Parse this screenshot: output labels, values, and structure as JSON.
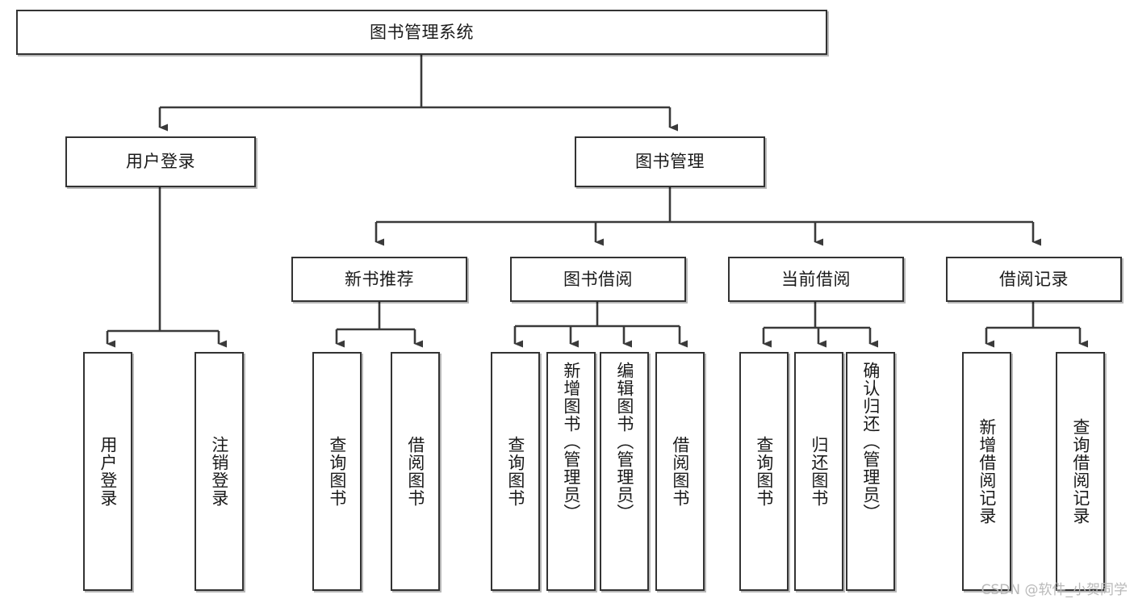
{
  "diagram": {
    "title": "图书管理系统",
    "type": "tree-hierarchy",
    "watermark": "CSDN @软件_小贺同学",
    "colors": {
      "border": "#333333",
      "background": "#ffffff",
      "text": "#1a1a1a",
      "edge": "#3a3a3a",
      "watermark": "#b9b9b9"
    }
  },
  "nodes": {
    "root": {
      "label": "图书管理系统"
    },
    "level2": [
      {
        "label": "用户登录"
      },
      {
        "label": "图书管理"
      }
    ],
    "level3": [
      {
        "label": "新书推荐"
      },
      {
        "label": "图书借阅"
      },
      {
        "label": "当前借阅"
      },
      {
        "label": "借阅记录"
      }
    ],
    "leaves": {
      "user_login": [
        {
          "label": "用户登录"
        },
        {
          "label": "注销登录"
        }
      ],
      "new_book": [
        {
          "label": "查询图书"
        },
        {
          "label": "借阅图书"
        }
      ],
      "book_borrow": [
        {
          "label": "查询图书"
        },
        {
          "label": "新增图书（管理员）"
        },
        {
          "label": "编辑图书（管理员）"
        },
        {
          "label": "借阅图书"
        }
      ],
      "current_borrow": [
        {
          "label": "查询图书"
        },
        {
          "label": "归还图书"
        },
        {
          "label": "确认归还（管理员）"
        }
      ],
      "borrow_record": [
        {
          "label": "新增借阅记录"
        },
        {
          "label": "查询借阅记录"
        }
      ]
    }
  }
}
